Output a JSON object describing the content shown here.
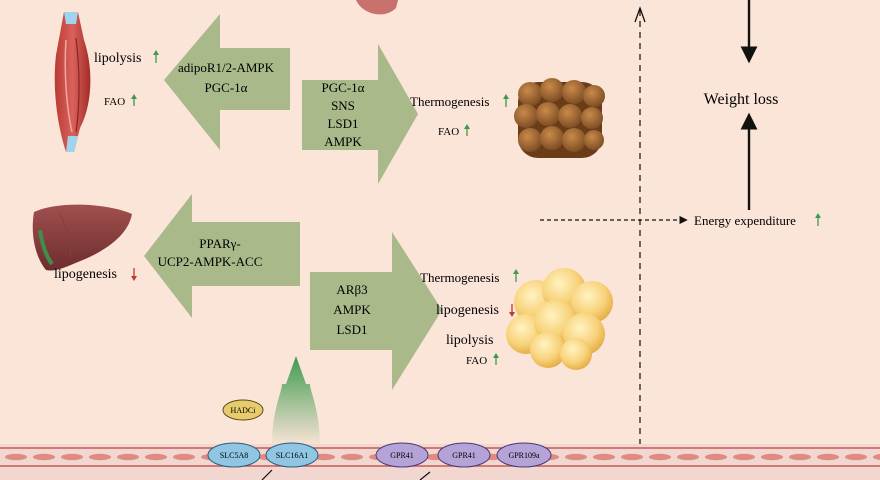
{
  "colors": {
    "background": "#fbe4d8",
    "arrow_fill": "#a9b98a",
    "up_arrow": "#3f9a4f",
    "down_arrow": "#c0392b",
    "receptor_blue": "#8fc6e4",
    "receptor_purple": "#b5a2d6",
    "hdac_fill": "#e7cc6e",
    "epithelium": "#e9a9a3"
  },
  "icons": {
    "muscle": "muscle-fiber-icon",
    "liver": "liver-icon",
    "brown_fat": "brown-adipose-icon",
    "white_fat": "white-adipose-icon",
    "up": "up-arrow-icon",
    "down": "down-arrow-icon"
  },
  "muscle": {
    "lipolysis": "lipolysis",
    "fao": "FAO"
  },
  "muscle_pathway": {
    "line1": "adipoR1/2-AMPK",
    "line2": "PGC-1α"
  },
  "bat_pathway": {
    "line1": "PGC-1α",
    "line2": "SNS",
    "line3": "LSD1",
    "line4": "AMPK"
  },
  "bat_effects": {
    "thermogenesis": "Thermogenesis",
    "fao": "FAO"
  },
  "liver": {
    "lipogenesis": "lipogenesis"
  },
  "liver_pathway": {
    "line1": "PPARγ-",
    "line2": "UCP2-AMPK-ACC"
  },
  "wat_pathway": {
    "line1": "ARβ3",
    "line2": "AMPK",
    "line3": "LSD1"
  },
  "wat_effects": {
    "thermogenesis": "Thermogenesis",
    "lipogenesis": "lipogenesis",
    "lipolysis": "lipolysis",
    "fao": "FAO"
  },
  "outcome": {
    "weight_loss": "Weight loss",
    "energy_expenditure": "Energy expenditure"
  },
  "hdac": "HADCi",
  "transporters": [
    "SLC5A8",
    "SLC16A1"
  ],
  "receptors": [
    "GPR41",
    "GPR41",
    "GPR109a"
  ]
}
